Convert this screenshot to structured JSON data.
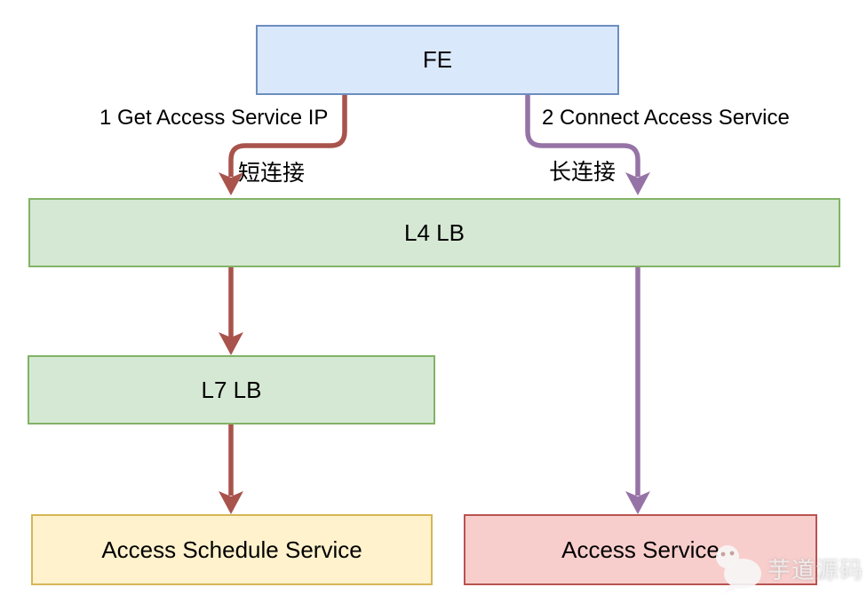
{
  "diagram": {
    "nodes": {
      "fe": {
        "label": "FE",
        "fill": "#dae8fc",
        "stroke": "#6c8ebf"
      },
      "l4_lb": {
        "label": "L4 LB",
        "fill": "#d5e8d4",
        "stroke": "#82b366"
      },
      "l7_lb": {
        "label": "L7 LB",
        "fill": "#d5e8d4",
        "stroke": "#82b366"
      },
      "access_schedule_service": {
        "label": "Access Schedule Service",
        "fill": "#fff2cc",
        "stroke": "#d6b656"
      },
      "access_service": {
        "label": "Access Service",
        "fill": "#f8cecc",
        "stroke": "#b85450"
      }
    },
    "edges": {
      "get_ip": {
        "from": "FE",
        "to": "L4 LB",
        "label": "1 Get Access Service IP",
        "sublabel": "短连接",
        "color": "#a8534b"
      },
      "connect": {
        "from": "FE",
        "to": "L4 LB",
        "label": "2 Connect Access Service",
        "sublabel": "长连接",
        "color": "#9673a6"
      },
      "l4_to_l7": {
        "from": "L4 LB",
        "to": "L7 LB",
        "label": "",
        "color": "#a8534b"
      },
      "l7_to_schedule": {
        "from": "L7 LB",
        "to": "Access Schedule Service",
        "label": "",
        "color": "#a8534b"
      },
      "l4_to_access": {
        "from": "L4 LB",
        "to": "Access Service",
        "label": "",
        "color": "#9673a6"
      }
    },
    "watermark": {
      "text": "芋道源码"
    }
  }
}
